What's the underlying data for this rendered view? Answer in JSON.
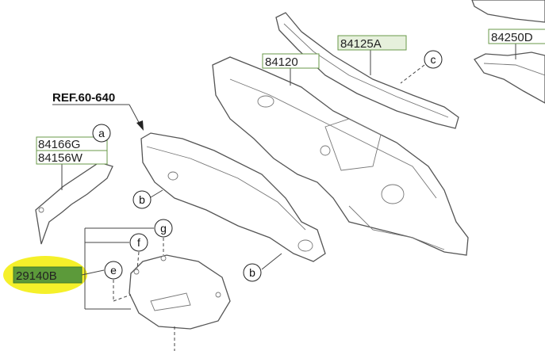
{
  "diagram": {
    "reference_label": "REF.60-640",
    "part_labels": {
      "p84125A": "84125A",
      "p84120": "84120",
      "p84250D": "84250D",
      "p84166G": "84166G",
      "p84156W": "84156W",
      "p29140B": "29140B"
    },
    "callouts": {
      "a": "a",
      "b1": "b",
      "b2": "b",
      "c": "c",
      "e": "e",
      "f": "f",
      "g": "g"
    },
    "highlight_color": "#f5f02a",
    "selected_part_fill": "#5c9a3a",
    "part_box_fill": "#e6f0dc"
  }
}
